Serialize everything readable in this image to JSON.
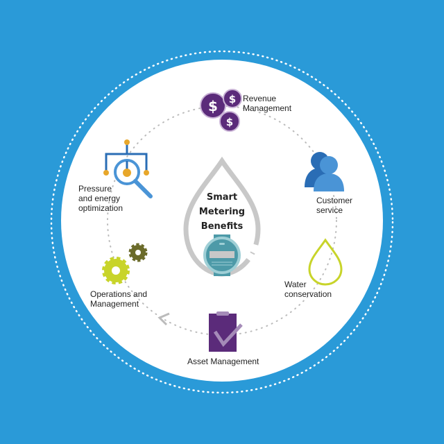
{
  "title": [
    "Smart",
    "Metering",
    "Benefits"
  ],
  "benefits": [
    {
      "label": [
        "Revenue",
        "Management"
      ],
      "icon": "dollar-coins-icon"
    },
    {
      "label": [
        "Customer",
        "service"
      ],
      "icon": "users-icon"
    },
    {
      "label": [
        "Water",
        "conservation"
      ],
      "icon": "water-drop-icon"
    },
    {
      "label": [
        "Asset Management"
      ],
      "icon": "clipboard-check-icon"
    },
    {
      "label": [
        "Operations and",
        "Management"
      ],
      "icon": "gears-icon"
    },
    {
      "label": [
        "Pressure",
        "and energy",
        "optimization"
      ],
      "icon": "magnifier-network-icon"
    }
  ],
  "colors": {
    "background": "#2a9ad8",
    "purple": "#5b2b7a",
    "blue": "#2a6db5",
    "lime": "#c8d42a",
    "olive": "#6b6b2a",
    "gold": "#e8a72a",
    "teal": "#4d9aa8",
    "gray": "#c8c8c8"
  }
}
